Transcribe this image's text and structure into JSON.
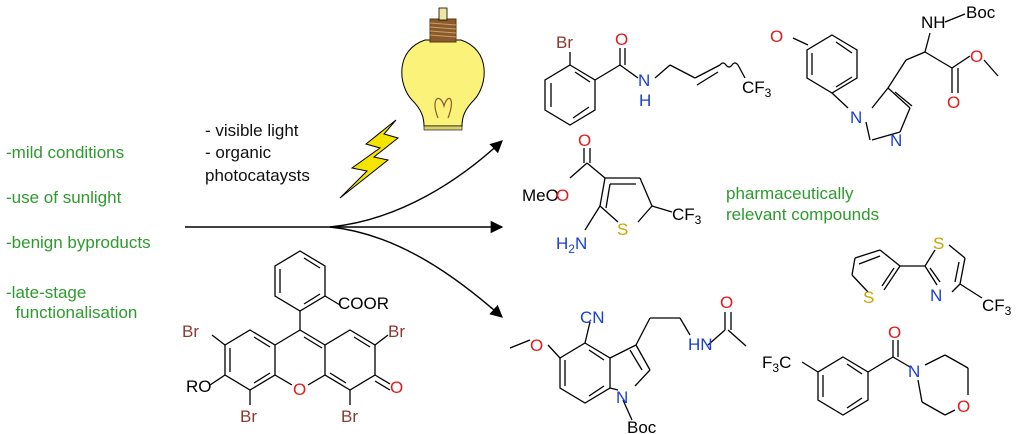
{
  "advantages": [
    "-mild conditions",
    "-use of sunlight",
    "-benign byproducts",
    "-late-stage\n  functionalisation"
  ],
  "conditions": [
    "- visible light",
    "- organic",
    "photocataysts"
  ],
  "product_label": [
    "pharmaceutically",
    "relevant compounds"
  ],
  "atoms": {
    "br": "Br",
    "o": "O",
    "n": "N",
    "h": "H",
    "s": "S",
    "cf3": "CF",
    "sub3": "3",
    "f3c": "F",
    "c_after": "C",
    "nh": "NH",
    "boc": "Boc",
    "cn": "CN",
    "meo": "MeO",
    "h2n": "H",
    "sub2": "2",
    "n_amine": "N",
    "ro": "RO",
    "coor": "COOR"
  },
  "colors": {
    "green": "#2e9a2e",
    "blue": "#1a3fd6",
    "red": "#e01b1b",
    "brown": "#8b3a2f",
    "sulfur": "#c9a400",
    "bulb": "#fbf27a",
    "bolt": "#f5e400"
  }
}
